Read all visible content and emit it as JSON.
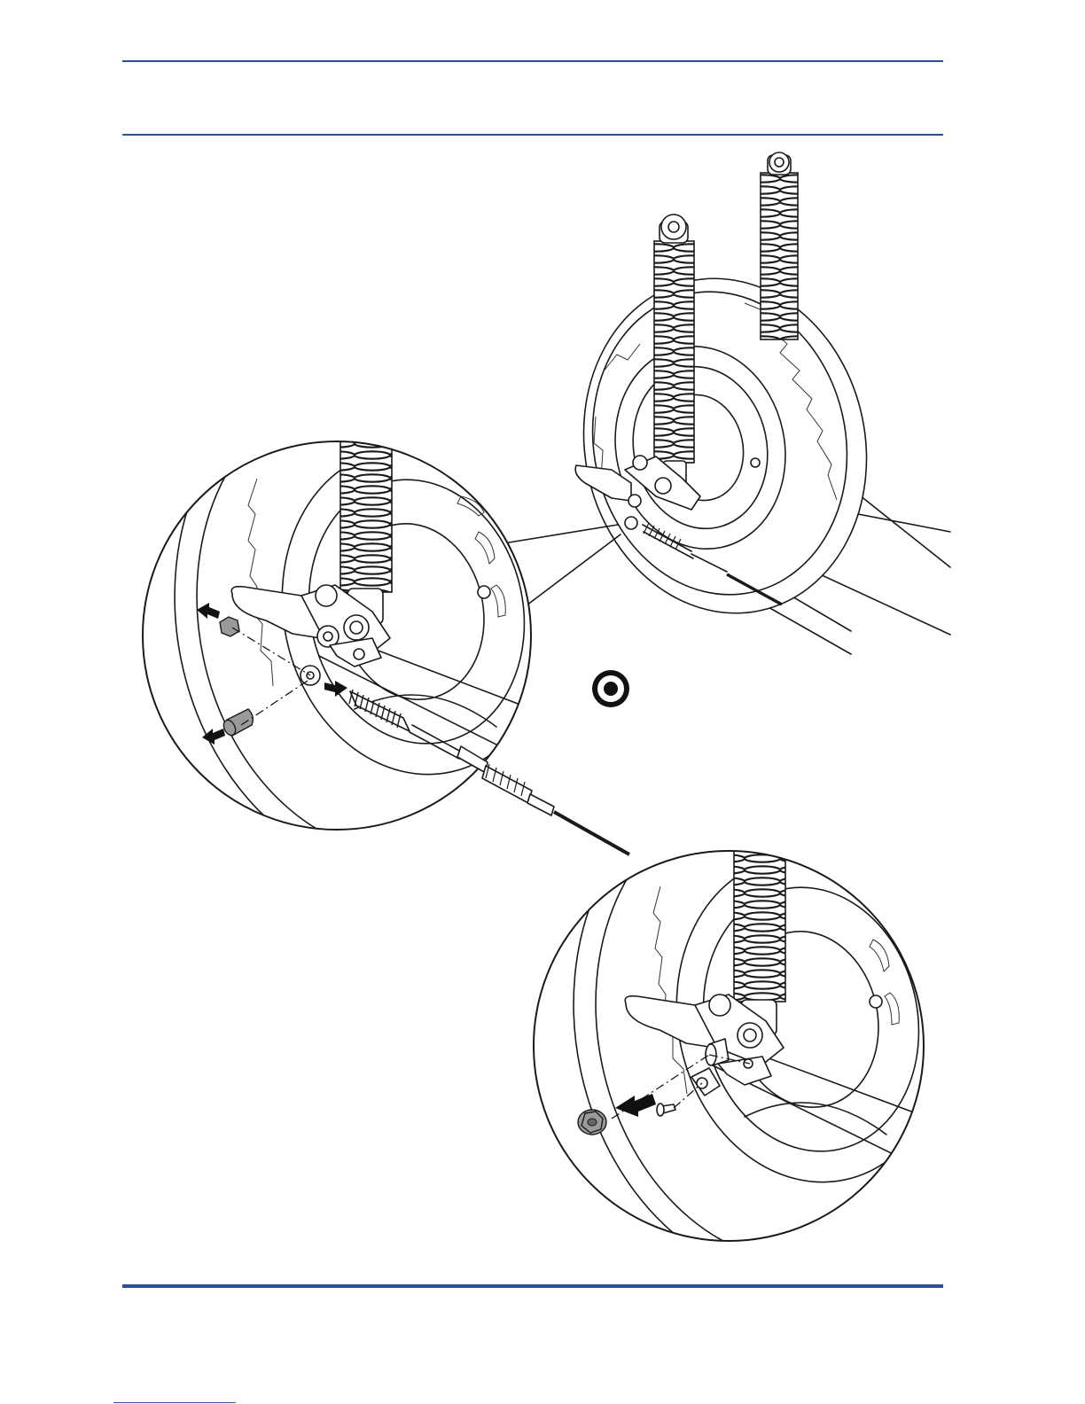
{
  "page": {
    "accent_color": "#2e4f99",
    "rules": [
      "top-rule",
      "mid-rule",
      "bottom-rule"
    ]
  },
  "illustration": {
    "subject": "rear-brake-cable-disconnection",
    "icons": [
      "shock-absorber-icon",
      "tire-icon",
      "brake-drum-icon",
      "brake-arm-icon",
      "brake-cable-icon",
      "nut-icon",
      "cable-pin-icon",
      "direction-arrow-icon",
      "target-symbol-icon"
    ],
    "callouts": [
      "detail-circle-upper-left",
      "detail-circle-lower-right"
    ]
  }
}
